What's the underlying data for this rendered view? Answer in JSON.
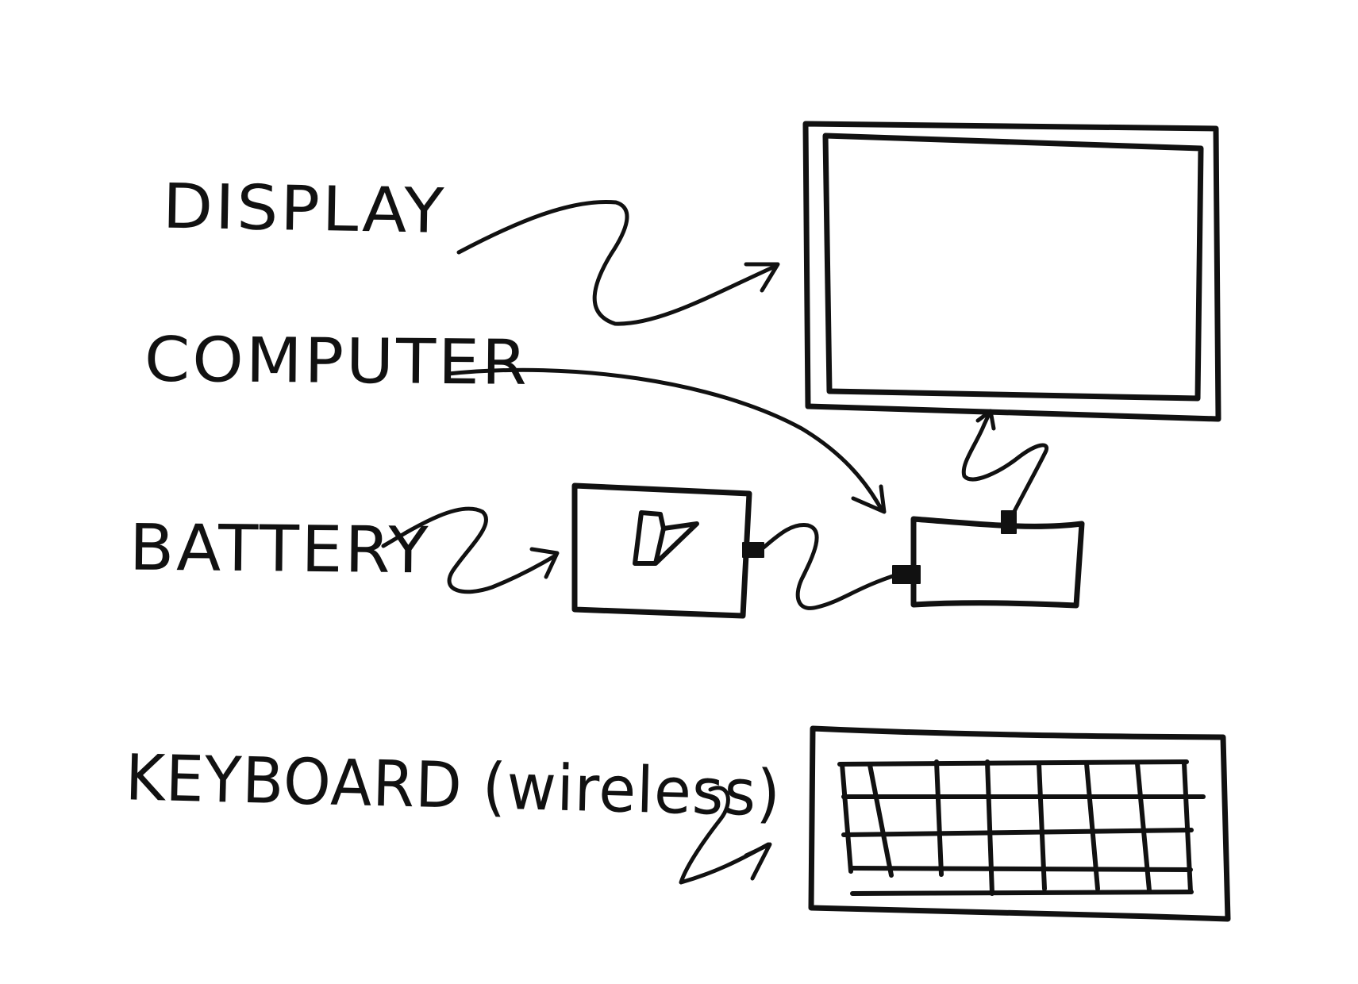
{
  "labels": {
    "display": "DISPLAY",
    "computer": "COMPUTER",
    "battery": "BATTERY",
    "keyboard": "KEYBOARD (wireless)"
  },
  "ink_color": "#111111",
  "background_color": "#ffffff",
  "icons": {
    "battery": "lightning-bolt-icon",
    "keyboard": "keyboard-grid-icon"
  }
}
